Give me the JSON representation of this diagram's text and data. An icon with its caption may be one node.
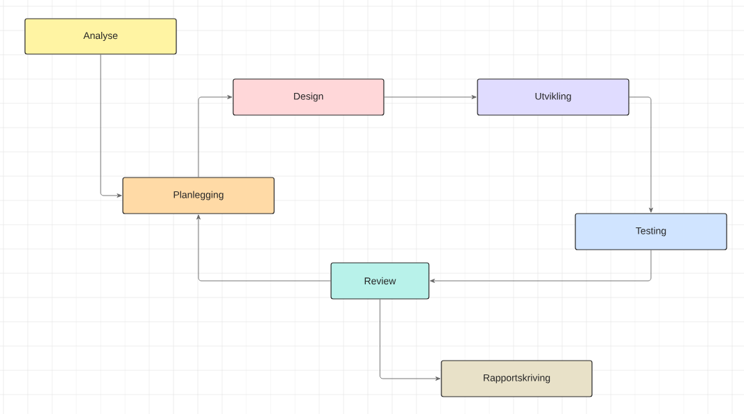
{
  "diagram": {
    "nodes": [
      {
        "text": [
          "Analyse"
        ]
      },
      {
        "text": [
          "Design"
        ]
      },
      {
        "text": [
          "Utvikling"
        ]
      },
      {
        "text": [
          "Planlegging"
        ]
      },
      {
        "text": [
          "Testing"
        ]
      },
      {
        "text": [
          "Review"
        ]
      },
      {
        "text": [
          "Rapportskriving"
        ]
      }
    ],
    "edges": [
      {
        "from": 0,
        "to": 3,
        "arrow": "to"
      },
      {
        "from": 3,
        "to": 1,
        "arrow": "to"
      },
      {
        "from": 1,
        "to": 2,
        "arrow": "to"
      },
      {
        "from": 2,
        "to": 4,
        "arrow": "to"
      },
      {
        "from": 4,
        "to": 5,
        "arrow": "to"
      },
      {
        "from": 5,
        "to": 3,
        "arrow": "to"
      },
      {
        "from": 5,
        "to": 6,
        "arrow": "to"
      }
    ]
  }
}
